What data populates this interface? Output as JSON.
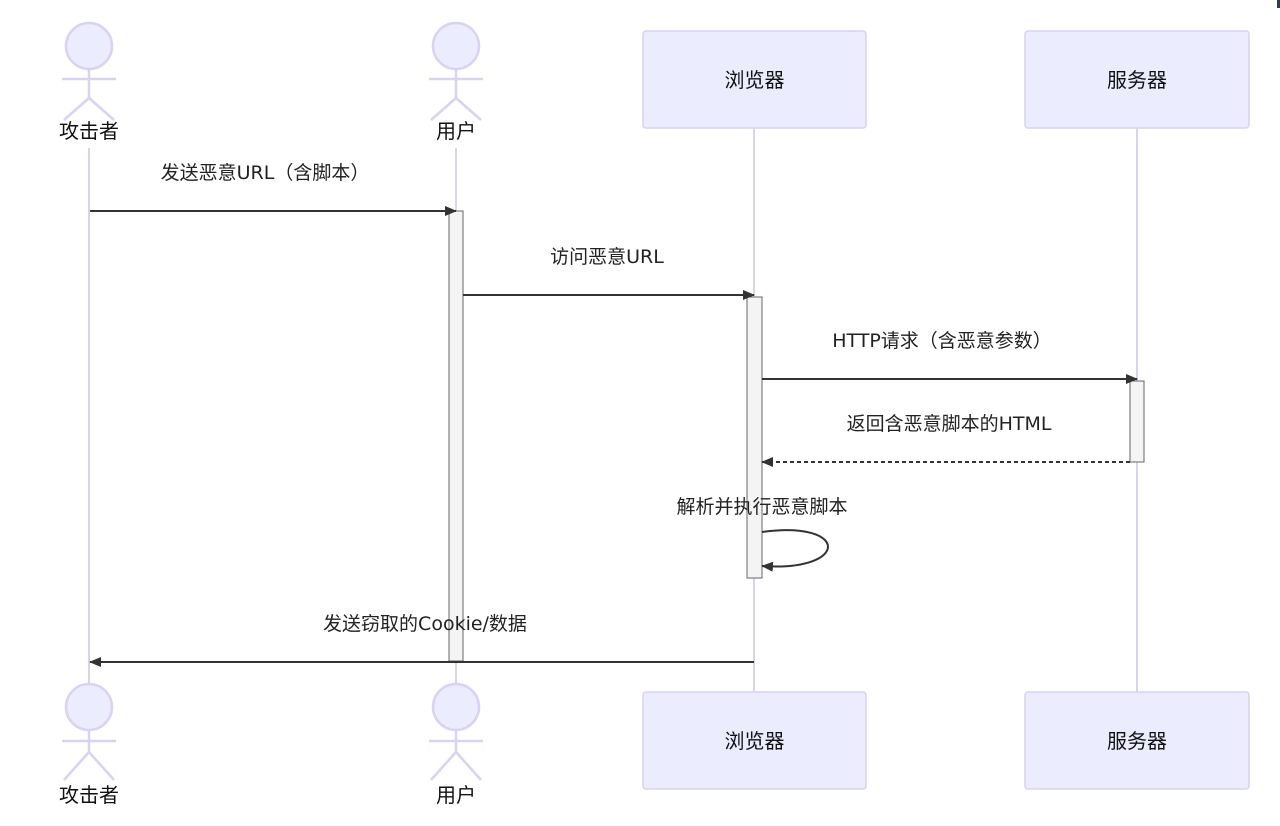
{
  "participants": [
    {
      "id": "attacker",
      "label": "攻击者",
      "kind": "actor"
    },
    {
      "id": "user",
      "label": "用户",
      "kind": "actor"
    },
    {
      "id": "browser",
      "label": "浏览器",
      "kind": "box"
    },
    {
      "id": "server",
      "label": "服务器",
      "kind": "box"
    }
  ],
  "messages": [
    {
      "from": "attacker",
      "to": "user",
      "label": "发送恶意URL（含脚本）",
      "style": "solid"
    },
    {
      "from": "user",
      "to": "browser",
      "label": "访问恶意URL",
      "style": "solid"
    },
    {
      "from": "browser",
      "to": "server",
      "label": "HTTP请求（含恶意参数）",
      "style": "solid"
    },
    {
      "from": "server",
      "to": "browser",
      "label": "返回含恶意脚本的HTML",
      "style": "dashed"
    },
    {
      "from": "browser",
      "to": "browser",
      "label": "解析并执行恶意脚本",
      "style": "self"
    },
    {
      "from": "browser",
      "to": "attacker",
      "label": "发送窃取的Cookie/数据",
      "style": "solid"
    }
  ],
  "colors": {
    "participant_fill": "#ececff",
    "participant_stroke": "#d9d2f2",
    "arrow": "#333333",
    "activation_fill": "#f4f4f4"
  }
}
